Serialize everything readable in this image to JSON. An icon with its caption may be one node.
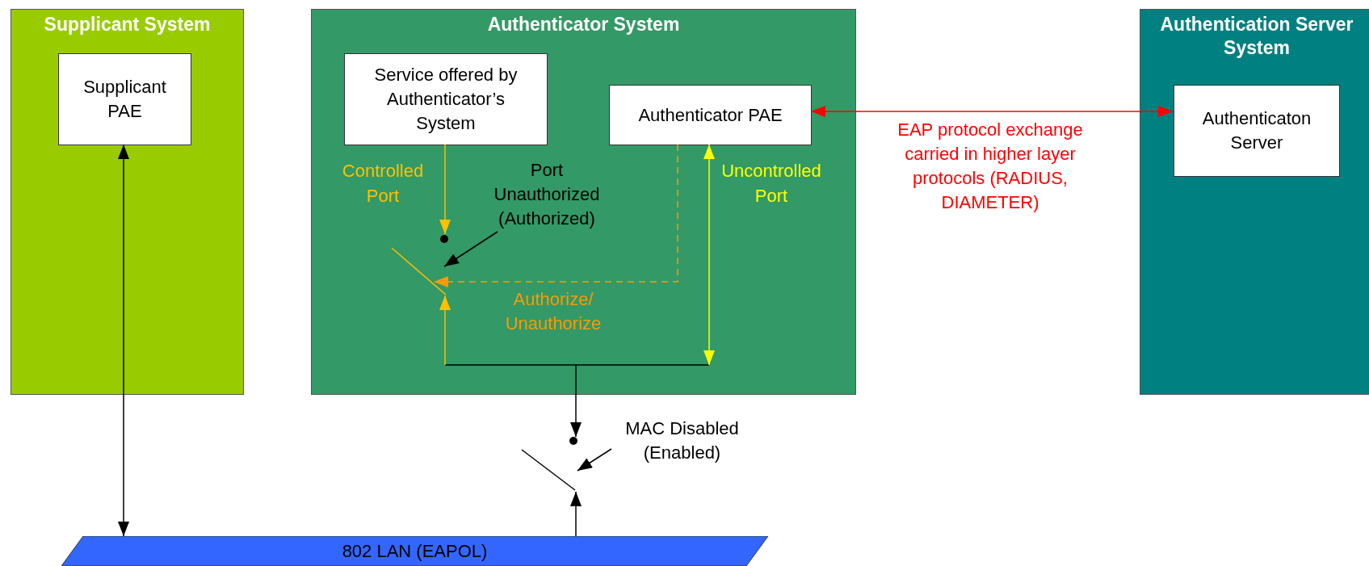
{
  "diagram": {
    "nodes": [
      {
        "text": [
          "Supplicant System"
        ]
      },
      {
        "text": [
          "Supplicant PAE"
        ],
        "in": 0
      },
      {
        "text": [
          "Authenticator System"
        ]
      },
      {
        "text": [
          "Service offered by Authenticator’s System"
        ],
        "in": 2
      },
      {
        "text": [
          "Authenticator PAE"
        ],
        "in": 2
      },
      {
        "text": [
          "Port Unauthorized (Authorized)"
        ],
        "in": 2
      },
      {
        "text": [],
        "shape": "switch",
        "in": 2
      },
      {
        "text": [
          "Authentication Server System"
        ]
      },
      {
        "text": [
          "Authenticaton Server"
        ],
        "in": 7
      },
      {
        "text": [
          "MAC Disabled (Enabled)"
        ]
      },
      {
        "text": [],
        "shape": "switch"
      },
      {
        "text": [
          "802 LAN (EAPOL)"
        ]
      }
    ],
    "edges": [
      {
        "from": 1,
        "to": 11,
        "arrow": "both"
      },
      {
        "from": 4,
        "to": 8,
        "arrow": "both",
        "label": "EAP protocol exchange carried in higher layer protocols (RADIUS, DIAMETER)",
        "color": "#ff0000"
      },
      {
        "from": 3,
        "to": 6,
        "arrow": "to",
        "color": "#ffc000"
      },
      {
        "from": 4,
        "to": 6,
        "arrow": "to",
        "label": "Authorize/ Unauthorize",
        "style": "dashed",
        "color": "#ff9900"
      },
      {
        "from": null,
        "to": 6,
        "arrow": "to",
        "color": "#ffc000"
      },
      {
        "from": 4,
        "to": null,
        "arrow": "both",
        "color": "#ffff00"
      },
      {
        "from": null,
        "to": 10,
        "arrow": "to"
      },
      {
        "from": 11,
        "to": 10,
        "arrow": "to"
      },
      {
        "from": 5,
        "to": 6,
        "arrow": "to"
      },
      {
        "from": 9,
        "to": 10,
        "arrow": "to"
      }
    ],
    "labels": [
      "Controlled Port",
      "Uncontrolled Port"
    ]
  }
}
